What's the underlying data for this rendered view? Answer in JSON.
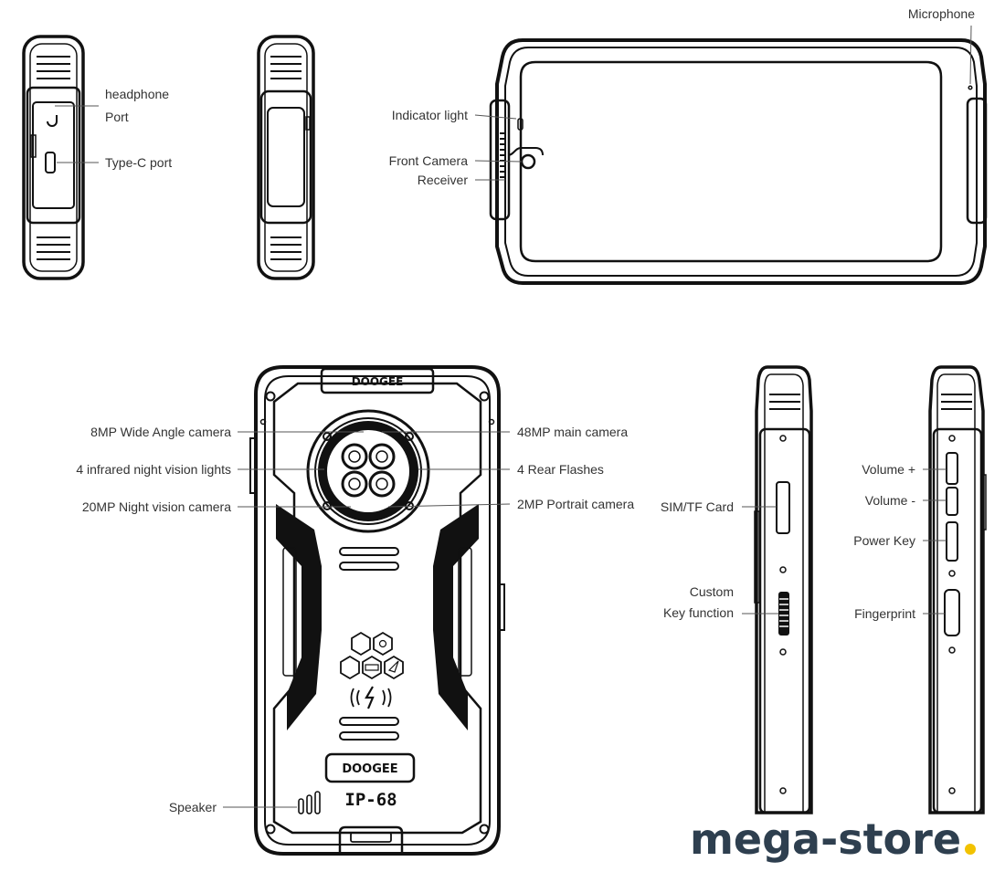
{
  "labels": {
    "headphone_port_line1": "headphone",
    "headphone_port_line2": "Port",
    "type_c_port": "Type-C port",
    "microphone": "Microphone",
    "indicator_light": "Indicator light",
    "front_camera": "Front Camera",
    "receiver": "Receiver",
    "wide_angle_camera": "8MP Wide Angle camera",
    "infrared_lights": "4 infrared night vision lights",
    "night_vision_camera": "20MP Night vision camera",
    "main_camera": "48MP main camera",
    "rear_flashes": "4 Rear Flashes",
    "portrait_camera": "2MP Portrait camera",
    "speaker": "Speaker",
    "sim_tf_card": "SIM/TF Card",
    "custom_key_line1": "Custom",
    "custom_key_line2": "Key function",
    "volume_up": "Volume +",
    "volume_down": "Volume -",
    "power_key": "Power Key",
    "fingerprint": "Fingerprint"
  },
  "back_logo": "DOOGEE",
  "back_rating": "IP-68",
  "top_logo": "DOOGEE",
  "watermark": {
    "text": "mega-store",
    "dot": ".",
    "text_color": "#2e3f4f",
    "dot_color": "#f2c200"
  }
}
